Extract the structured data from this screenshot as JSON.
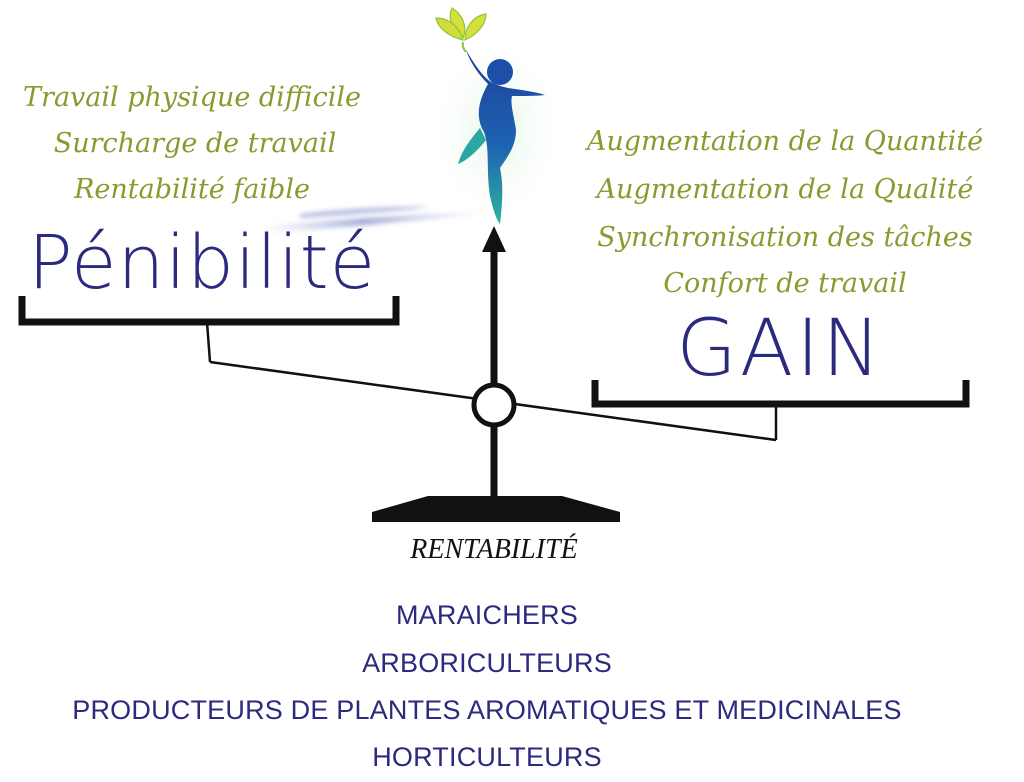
{
  "colors": {
    "olive": "#8a9a2e",
    "navy": "#2b2a7e",
    "black": "#111111",
    "figure_blue": "#1e63b3",
    "figure_teal": "#2aa7a0",
    "leaf_yellow": "#d7df3a",
    "leaf_green": "#8cc63f"
  },
  "left_side": {
    "items": [
      "Travail physique difficile",
      "Surcharge de travail",
      "Rentabilité faible"
    ],
    "title": "Pénibilité"
  },
  "right_side": {
    "items": [
      "Augmentation de la Quantité",
      "Augmentation de la Qualité",
      "Synchronisation des tâches",
      "Confort de travail"
    ],
    "title": "GAIN"
  },
  "base_label": "RENTABILITÉ",
  "audience": {
    "items": [
      "MARAICHERS",
      "ARBORICULTEURS",
      "PRODUCTEURS DE PLANTES AROMATIQUES ET MEDICINALES",
      "HORTICULTEURS"
    ]
  },
  "icons": {
    "figure": "person-reaching-icon",
    "leaves": "leaf-sprout-icon"
  }
}
